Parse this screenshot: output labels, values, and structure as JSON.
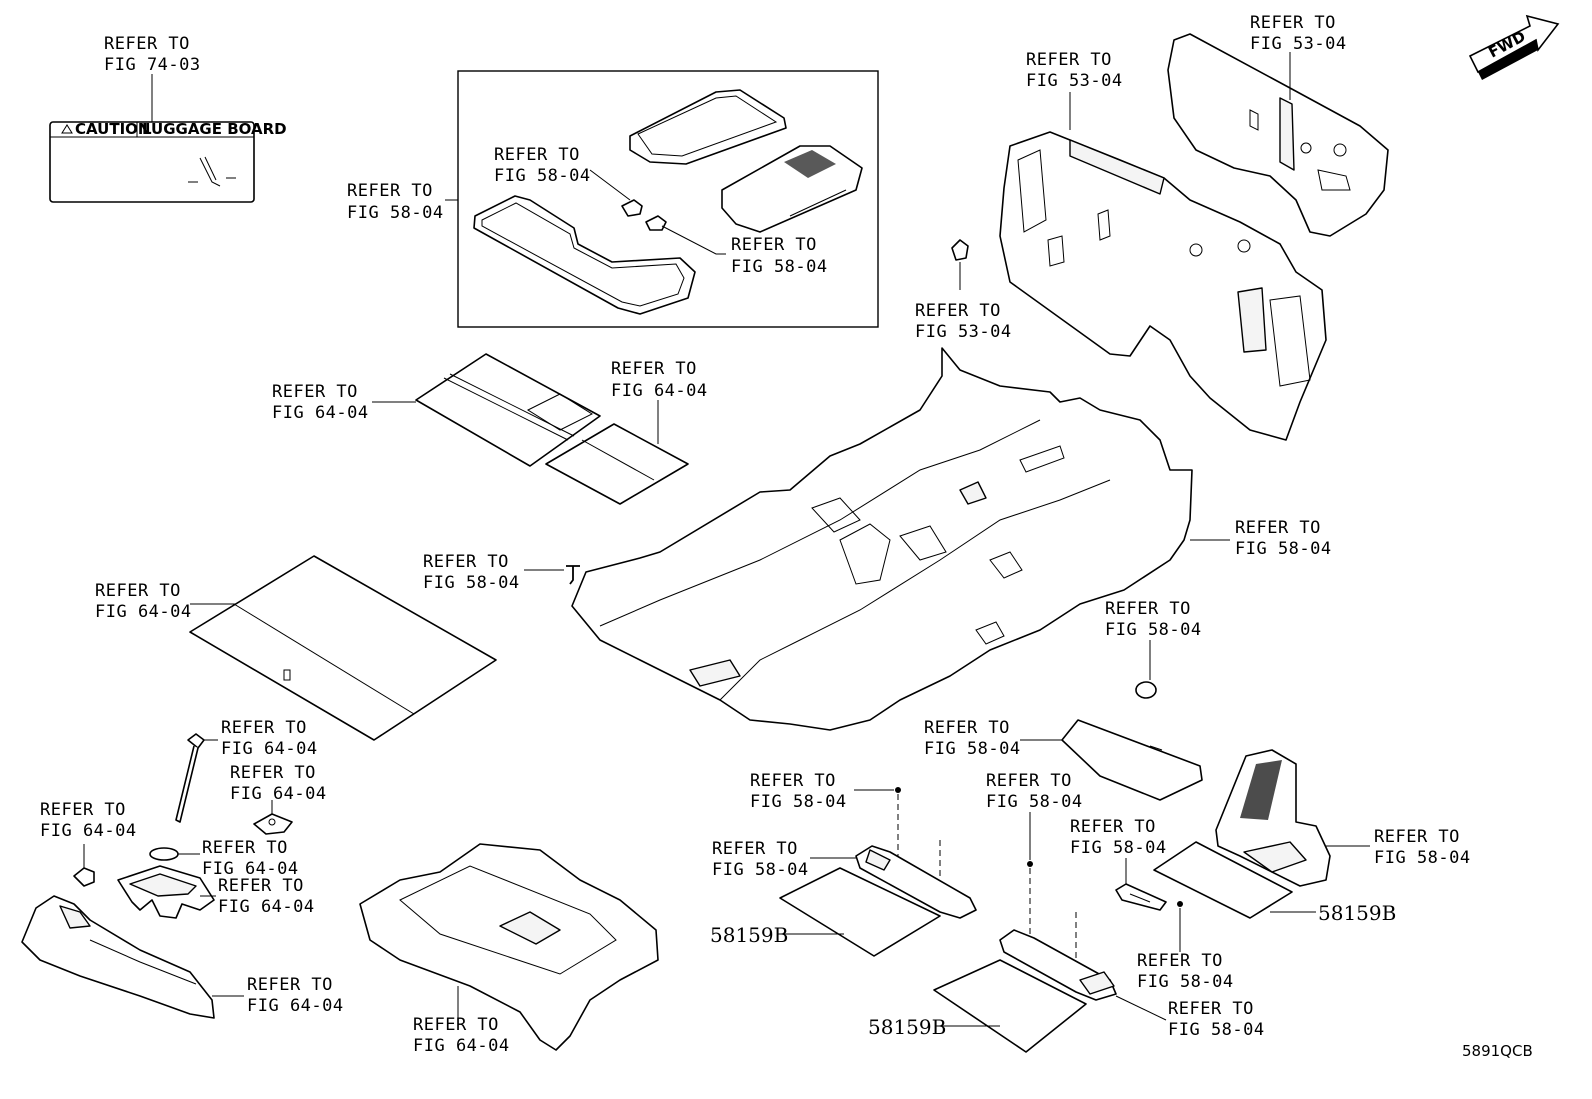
{
  "callouts": {
    "luggage_label_ref": [
      "REFER TO",
      "FIG 74-03"
    ],
    "mat_set_ref": [
      "REFER TO",
      "FIG 58-04"
    ],
    "mat_clip_ref_a": [
      "REFER TO",
      "FIG 58-04"
    ],
    "mat_clip_ref_b": [
      "REFER TO",
      "FIG 58-04"
    ],
    "dash_insulator_upper_ref": [
      "REFER TO",
      "FIG 53-04"
    ],
    "dash_insulator_lower_ref": [
      "REFER TO",
      "FIG 53-04"
    ],
    "grommet_ref": [
      "REFER TO",
      "FIG 53-04"
    ],
    "deck_board_left_ref": [
      "REFER TO",
      "FIG 64-04"
    ],
    "deck_board_right_ref": [
      "REFER TO",
      "FIG 64-04"
    ],
    "floor_carpet_ref": [
      "REFER TO",
      "FIG 58-04"
    ],
    "clip_ref": [
      "REFER TO",
      "FIG 58-04"
    ],
    "plug_ref": [
      "REFER TO",
      "FIG 58-04"
    ],
    "luggage_board_ref": [
      "REFER TO",
      "FIG 64-04"
    ],
    "silencer_ref": [
      "REFER TO",
      "FIG 58-04"
    ],
    "bolt_ref": [
      "REFER TO",
      "FIG 64-04"
    ],
    "bracket_ref": [
      "REFER TO",
      "FIG 64-04"
    ],
    "cap_ref": [
      "REFER TO",
      "FIG 64-04"
    ],
    "pad_ref": [
      "REFER TO",
      "FIG 64-04"
    ],
    "tool_tray_ref": [
      "REFER TO",
      "FIG 64-04"
    ],
    "rear_trim_ref": [
      "REFER TO",
      "FIG 64-04"
    ],
    "trunk_mat_ref": [
      "REFER TO",
      "FIG 64-04"
    ],
    "pin_left_ref": [
      "REFER TO",
      "FIG 58-04"
    ],
    "bracket_left_ref": [
      "REFER TO",
      "FIG 58-04"
    ],
    "pin_center_ref": [
      "REFER TO",
      "FIG 58-04"
    ],
    "bracket_center_ref": [
      "REFER TO",
      "FIG 58-04"
    ],
    "plate_ref": [
      "REFER TO",
      "FIG 58-04"
    ],
    "pin_right_ref": [
      "REFER TO",
      "FIG 58-04"
    ],
    "footrest_ref": [
      "REFER TO",
      "FIG 58-04"
    ]
  },
  "part_numbers": {
    "left": "58159B",
    "center": "58159B",
    "right": "58159B"
  },
  "luggage_label": {
    "caution": "CAUTION",
    "luggage_board": "LUGGAGE BOARD"
  },
  "fwd_arrow": "FWD",
  "drawing_code": "5891QCB"
}
